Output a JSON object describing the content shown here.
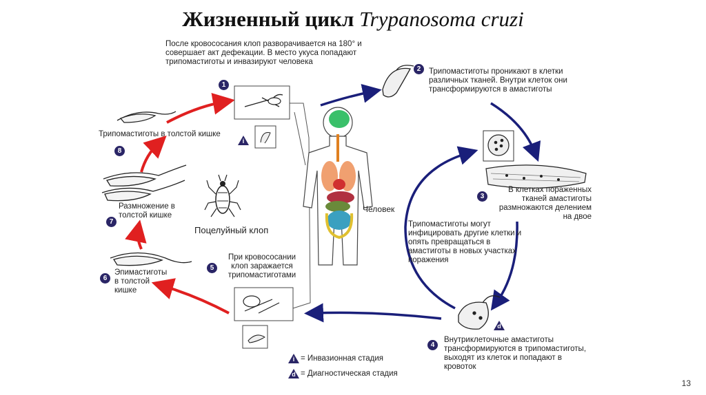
{
  "title": {
    "main": "Жизненный цикл",
    "species": "Trypanosoma cruzi"
  },
  "steps": {
    "s1": {
      "num": "1",
      "text": "После кровососания клоп разворачивается на 180° и совершает акт дефекации. В место укуса попадают трипомастиготы и инвазируют человека"
    },
    "s2": {
      "num": "2",
      "text": "Трипомастиготы проникают в клетки различных тканей. Внутри клеток они трансформируются в амастиготы"
    },
    "s3": {
      "num": "3",
      "text": "В клетках пораженных тканей амастиготы размножаются делением на двое"
    },
    "s4": {
      "num": "4",
      "text": "Внутриклеточные амастиготы трансформируются в трипомастиготы, выходят из клеток и попадают в кровоток"
    },
    "s5": {
      "num": "5",
      "text": "При кровососании клоп заражается трипомастиготами"
    },
    "s6": {
      "num": "6",
      "text": "Эпимастиготы в толстой кишке"
    },
    "s7": {
      "num": "7",
      "text": "Размножение в толстой кишке"
    },
    "s8": {
      "num": "8",
      "text": "Трипомастиготы в толстой кишке"
    }
  },
  "labels": {
    "reinfect": "Трипомастиготы могут инфицировать другие клетки и опять превращаться в амастиготы в новых участках поражения",
    "human": "Человек",
    "bug": "Поцелуйный клоп"
  },
  "legend": {
    "i_symbol": "i",
    "i_text": "= Инвазионная стадия",
    "d_symbol": "d",
    "d_text": "= Диагностическая стадия"
  },
  "page_number": "13",
  "colors": {
    "human_cycle": "#1a1f7a",
    "bug_cycle": "#e02020",
    "badge": "#2a2566"
  }
}
